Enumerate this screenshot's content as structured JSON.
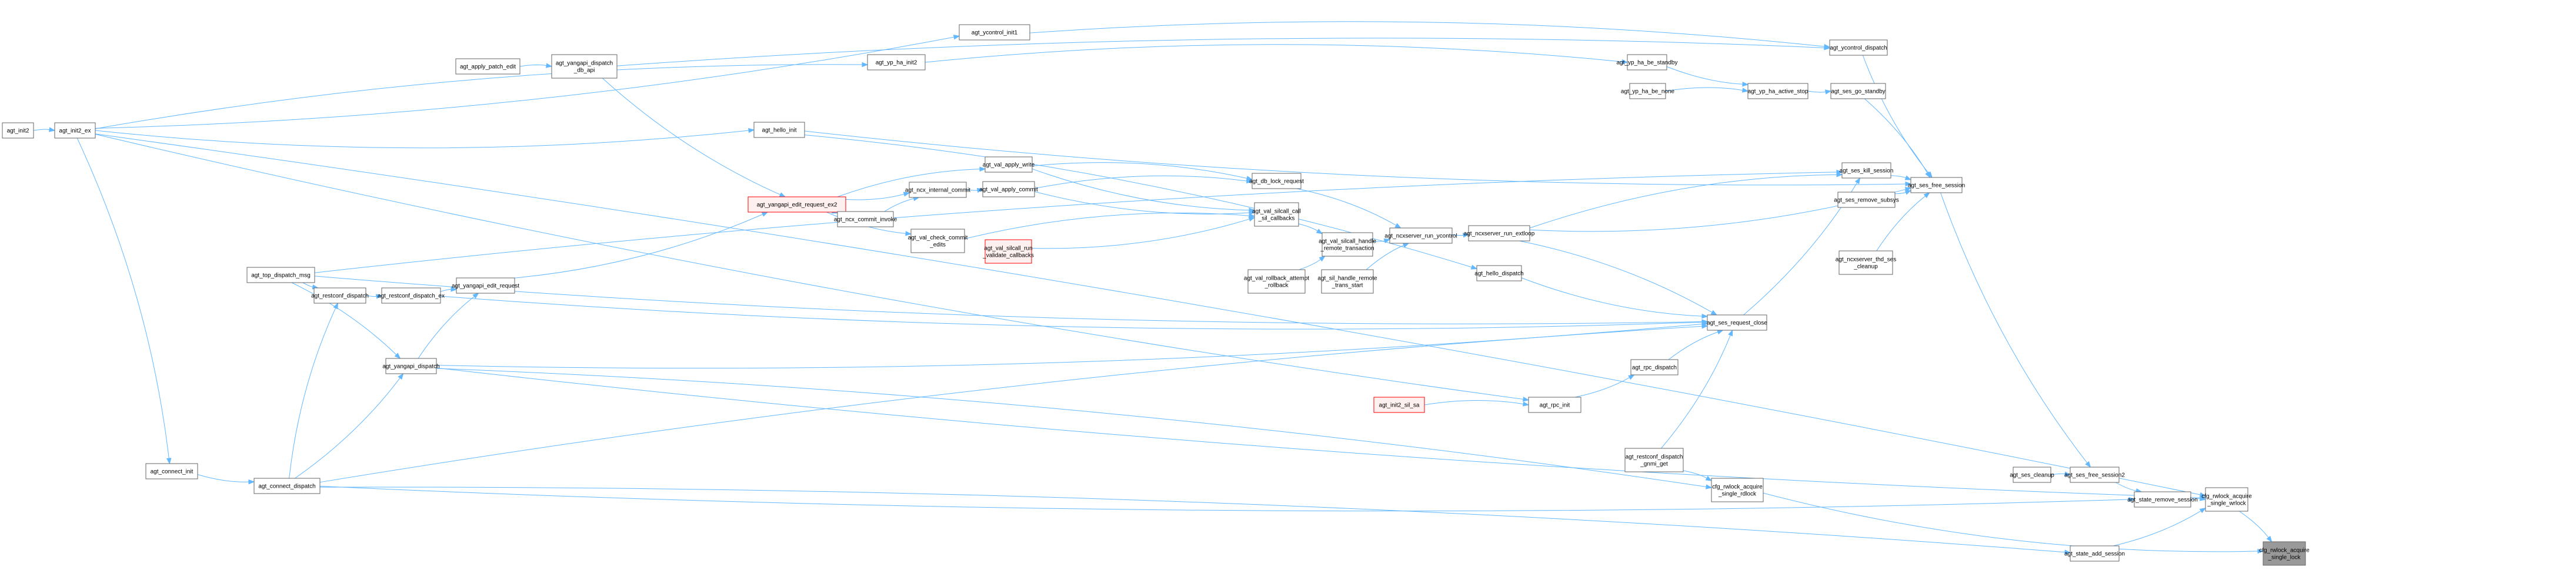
{
  "title": "cfg_rwlock_acquire_single_lock caller graph",
  "colors": {
    "edge": "#63b8ff",
    "node_border": "#666666",
    "node_fill": "#ffffff",
    "highlight_border": "#ff0000",
    "highlight_fill": "#fff0f0",
    "focus_fill": "#999999"
  },
  "nodes": [
    {
      "id": "agt_init2",
      "lines": [
        "agt_init2"
      ]
    },
    {
      "id": "agt_init2_ex",
      "lines": [
        "agt_init2_ex"
      ]
    },
    {
      "id": "agt_top_dispatch_msg",
      "lines": [
        "agt_top_dispatch_msg"
      ]
    },
    {
      "id": "agt_connect_init",
      "lines": [
        "agt_connect_init"
      ]
    },
    {
      "id": "agt_connect_dispatch",
      "lines": [
        "agt_connect_dispatch"
      ]
    },
    {
      "id": "agt_restconf_dispatch",
      "lines": [
        "agt_restconf_dispatch"
      ]
    },
    {
      "id": "agt_restconf_dispatch_ex",
      "lines": [
        "agt_restconf_dispatch_ex"
      ]
    },
    {
      "id": "agt_yangapi_dispatch",
      "lines": [
        "agt_yangapi_dispatch"
      ]
    },
    {
      "id": "agt_apply_patch_edit",
      "lines": [
        "agt_apply_patch_edit"
      ]
    },
    {
      "id": "agt_yangapi_dispatch_db_api",
      "lines": [
        "agt_yangapi_dispatch",
        "_db_api"
      ]
    },
    {
      "id": "agt_yangapi_edit_request",
      "lines": [
        "agt_yangapi_edit_request"
      ]
    },
    {
      "id": "agt_yangapi_edit_request_ex2",
      "lines": [
        "agt_yangapi_edit_request_ex2"
      ],
      "style": "highlight"
    },
    {
      "id": "agt_hello_init",
      "lines": [
        "agt_hello_init"
      ]
    },
    {
      "id": "agt_ycontrol_init1",
      "lines": [
        "agt_ycontrol_init1"
      ]
    },
    {
      "id": "agt_yp_ha_init2",
      "lines": [
        "agt_yp_ha_init2"
      ]
    },
    {
      "id": "agt_ncx_internal_commit",
      "lines": [
        "agt_ncx_internal_commit"
      ]
    },
    {
      "id": "agt_ncx_commit_invoke",
      "lines": [
        "agt_ncx_commit_invoke"
      ]
    },
    {
      "id": "agt_val_apply_write",
      "lines": [
        "agt_val_apply_write"
      ]
    },
    {
      "id": "agt_val_apply_commit",
      "lines": [
        "agt_val_apply_commit"
      ]
    },
    {
      "id": "agt_val_check_commit_edits",
      "lines": [
        "agt_val_check_commit",
        "_edits"
      ]
    },
    {
      "id": "agt_val_silcall_run_validate_callbacks",
      "lines": [
        "agt_val_silcall_run",
        "_validate_callbacks"
      ],
      "style": "highlight"
    },
    {
      "id": "agt_db_lock_request",
      "lines": [
        "agt_db_lock_request"
      ]
    },
    {
      "id": "agt_val_silcall_call_sil_callbacks",
      "lines": [
        "agt_val_silcall_call",
        "_sil_callbacks"
      ]
    },
    {
      "id": "agt_val_silcall_handle_remote_transaction",
      "lines": [
        "agt_val_silcall_handle",
        "_remote_transaction"
      ]
    },
    {
      "id": "agt_val_rollback_attempt_rollback",
      "lines": [
        "agt_val_rollback_attempt",
        "_rollback"
      ]
    },
    {
      "id": "agt_sil_handle_remote_trans_start",
      "lines": [
        "agt_sil_handle_remote",
        "_trans_start"
      ]
    },
    {
      "id": "agt_ncxserver_run_ycontrol",
      "lines": [
        "agt_ncxserver_run_ycontrol"
      ]
    },
    {
      "id": "agt_ncxserver_run_extloop",
      "lines": [
        "agt_ncxserver_run_extloop"
      ]
    },
    {
      "id": "agt_hello_dispatch",
      "lines": [
        "agt_hello_dispatch"
      ]
    },
    {
      "id": "agt_init2_sil_sa",
      "lines": [
        "agt_init2_sil_sa"
      ],
      "style": "highlight"
    },
    {
      "id": "agt_rpc_init",
      "lines": [
        "agt_rpc_init"
      ]
    },
    {
      "id": "agt_rpc_dispatch",
      "lines": [
        "agt_rpc_dispatch"
      ]
    },
    {
      "id": "agt_restconf_dispatch_gnmi_get",
      "lines": [
        "agt_restconf_dispatch",
        "_gnmi_get"
      ]
    },
    {
      "id": "cfg_rwlock_acquire_single_rdlock",
      "lines": [
        "cfg_rwlock_acquire",
        "_single_rdlock"
      ]
    },
    {
      "id": "agt_yp_ha_be_standby",
      "lines": [
        "agt_yp_ha_be_standby"
      ]
    },
    {
      "id": "agt_yp_ha_be_none",
      "lines": [
        "agt_yp_ha_be_none"
      ]
    },
    {
      "id": "agt_yp_ha_active_stop",
      "lines": [
        "agt_yp_ha_active_stop"
      ]
    },
    {
      "id": "agt_ycontrol_dispatch",
      "lines": [
        "agt_ycontrol_dispatch"
      ]
    },
    {
      "id": "agt_ses_go_standby",
      "lines": [
        "agt_ses_go_standby"
      ]
    },
    {
      "id": "agt_ses_kill_session",
      "lines": [
        "agt_ses_kill_session"
      ]
    },
    {
      "id": "agt_ses_remove_subsys",
      "lines": [
        "agt_ses_remove_subsys"
      ]
    },
    {
      "id": "agt_ncxserver_thd_ses_cleanup",
      "lines": [
        "agt_ncxserver_thd_ses",
        "_cleanup"
      ]
    },
    {
      "id": "agt_ses_free_session",
      "lines": [
        "agt_ses_free_session"
      ]
    },
    {
      "id": "agt_ses_request_close",
      "lines": [
        "agt_ses_request_close"
      ]
    },
    {
      "id": "agt_ses_cleanup",
      "lines": [
        "agt_ses_cleanup"
      ]
    },
    {
      "id": "agt_ses_free_session2",
      "lines": [
        "agt_ses_free_session2"
      ]
    },
    {
      "id": "agt_state_remove_session",
      "lines": [
        "agt_state_remove_session"
      ]
    },
    {
      "id": "agt_state_add_session",
      "lines": [
        "agt_state_add_session"
      ]
    },
    {
      "id": "cfg_rwlock_acquire_single_wrlock",
      "lines": [
        "cfg_rwlock_acquire",
        "_single_wrlock"
      ]
    },
    {
      "id": "cfg_rwlock_acquire_single_lock",
      "lines": [
        "cfg_rwlock_acquire",
        "_single_lock"
      ],
      "style": "focus"
    }
  ],
  "edges": [
    [
      "agt_init2",
      "agt_init2_ex"
    ],
    [
      "agt_init2_ex",
      "agt_ycontrol_init1"
    ],
    [
      "agt_init2_ex",
      "agt_yp_ha_init2"
    ],
    [
      "agt_init2_ex",
      "agt_hello_init"
    ],
    [
      "agt_init2_ex",
      "agt_connect_init"
    ],
    [
      "agt_init2_ex",
      "agt_rpc_init"
    ],
    [
      "agt_init2_ex",
      "cfg_rwlock_acquire_single_wrlock"
    ],
    [
      "agt_top_dispatch_msg",
      "agt_restconf_dispatch"
    ],
    [
      "agt_top_dispatch_msg",
      "agt_yangapi_dispatch"
    ],
    [
      "agt_top_dispatch_msg",
      "agt_ses_request_close"
    ],
    [
      "agt_top_dispatch_msg",
      "agt_ses_kill_session"
    ],
    [
      "agt_connect_init",
      "agt_connect_dispatch"
    ],
    [
      "agt_connect_dispatch",
      "agt_restconf_dispatch"
    ],
    [
      "agt_connect_dispatch",
      "agt_yangapi_dispatch"
    ],
    [
      "agt_connect_dispatch",
      "agt_ses_request_close"
    ],
    [
      "agt_connect_dispatch",
      "agt_state_remove_session"
    ],
    [
      "agt_connect_dispatch",
      "agt_state_add_session"
    ],
    [
      "agt_restconf_dispatch",
      "agt_restconf_dispatch_ex"
    ],
    [
      "agt_restconf_dispatch_ex",
      "agt_yangapi_edit_request"
    ],
    [
      "agt_restconf_dispatch_ex",
      "agt_ses_request_close"
    ],
    [
      "agt_yangapi_dispatch",
      "agt_yangapi_edit_request"
    ],
    [
      "agt_yangapi_dispatch",
      "agt_ses_request_close"
    ],
    [
      "agt_yangapi_dispatch",
      "cfg_rwlock_acquire_single_rdlock"
    ],
    [
      "agt_yangapi_dispatch",
      "cfg_rwlock_acquire_single_wrlock"
    ],
    [
      "agt_apply_patch_edit",
      "agt_yangapi_dispatch_db_api"
    ],
    [
      "agt_yangapi_dispatch_db_api",
      "agt_yangapi_edit_request_ex2"
    ],
    [
      "agt_yangapi_dispatch_db_api",
      "agt_ycontrol_dispatch"
    ],
    [
      "agt_yangapi_edit_request",
      "agt_yangapi_edit_request_ex2"
    ],
    [
      "agt_yangapi_edit_request_ex2",
      "agt_val_apply_write"
    ],
    [
      "agt_yangapi_edit_request_ex2",
      "agt_ncx_internal_commit"
    ],
    [
      "agt_yangapi_edit_request_ex2",
      "agt_ncx_commit_invoke"
    ],
    [
      "agt_yangapi_edit_request_ex2",
      "agt_val_check_commit_edits"
    ],
    [
      "agt_ncx_commit_invoke",
      "agt_ncx_internal_commit"
    ],
    [
      "agt_ncx_internal_commit",
      "agt_val_apply_commit"
    ],
    [
      "agt_val_apply_write",
      "agt_db_lock_request"
    ],
    [
      "agt_val_apply_write",
      "agt_val_silcall_call_sil_callbacks"
    ],
    [
      "agt_val_apply_commit",
      "agt_db_lock_request"
    ],
    [
      "agt_val_apply_commit",
      "agt_val_silcall_call_sil_callbacks"
    ],
    [
      "agt_val_check_commit_edits",
      "agt_val_silcall_call_sil_callbacks"
    ],
    [
      "agt_val_silcall_run_validate_callbacks",
      "agt_val_silcall_call_sil_callbacks"
    ],
    [
      "agt_val_silcall_call_sil_callbacks",
      "agt_val_silcall_handle_remote_transaction"
    ],
    [
      "agt_val_rollback_attempt_rollback",
      "agt_val_silcall_handle_remote_transaction"
    ],
    [
      "agt_db_lock_request",
      "agt_ncxserver_run_ycontrol"
    ],
    [
      "agt_val_silcall_handle_remote_transaction",
      "agt_ncxserver_run_ycontrol"
    ],
    [
      "agt_sil_handle_remote_trans_start",
      "agt_ncxserver_run_ycontrol"
    ],
    [
      "agt_ncxserver_run_ycontrol",
      "agt_ncxserver_run_extloop"
    ],
    [
      "agt_ncxserver_run_extloop",
      "agt_ses_kill_session"
    ],
    [
      "agt_ncxserver_run_extloop",
      "agt_ses_free_session"
    ],
    [
      "agt_ncxserver_run_extloop",
      "agt_ses_request_close"
    ],
    [
      "agt_hello_init",
      "agt_ses_free_session"
    ],
    [
      "agt_hello_init",
      "agt_hello_dispatch"
    ],
    [
      "agt_hello_dispatch",
      "agt_ses_request_close"
    ],
    [
      "agt_init2_sil_sa",
      "agt_rpc_init"
    ],
    [
      "agt_rpc_init",
      "agt_rpc_dispatch"
    ],
    [
      "agt_rpc_dispatch",
      "agt_ses_request_close"
    ],
    [
      "agt_restconf_dispatch_gnmi_get",
      "agt_ses_request_close"
    ],
    [
      "agt_restconf_dispatch_gnmi_get",
      "cfg_rwlock_acquire_single_rdlock"
    ],
    [
      "cfg_rwlock_acquire_single_rdlock",
      "cfg_rwlock_acquire_single_lock"
    ],
    [
      "agt_yp_ha_init2",
      "agt_yp_ha_be_standby"
    ],
    [
      "agt_yp_ha_be_standby",
      "agt_yp_ha_active_stop"
    ],
    [
      "agt_yp_ha_be_none",
      "agt_yp_ha_active_stop"
    ],
    [
      "agt_yp_ha_active_stop",
      "agt_ses_go_standby"
    ],
    [
      "agt_ycontrol_init1",
      "agt_ycontrol_dispatch"
    ],
    [
      "agt_ycontrol_dispatch",
      "agt_ses_free_session"
    ],
    [
      "agt_ses_go_standby",
      "agt_ses_free_session"
    ],
    [
      "agt_ses_request_close",
      "agt_ses_kill_session"
    ],
    [
      "agt_ses_kill_session",
      "agt_ses_free_session"
    ],
    [
      "agt_ses_remove_subsys",
      "agt_ses_free_session"
    ],
    [
      "agt_ncxserver_thd_ses_cleanup",
      "agt_ses_free_session"
    ],
    [
      "agt_ses_free_session",
      "agt_ses_free_session2"
    ],
    [
      "agt_ses_cleanup",
      "agt_ses_free_session2"
    ],
    [
      "agt_ses_free_session2",
      "agt_state_remove_session"
    ],
    [
      "agt_state_remove_session",
      "cfg_rwlock_acquire_single_wrlock"
    ],
    [
      "agt_state_add_session",
      "cfg_rwlock_acquire_single_wrlock"
    ],
    [
      "cfg_rwlock_acquire_single_wrlock",
      "cfg_rwlock_acquire_single_lock"
    ]
  ]
}
